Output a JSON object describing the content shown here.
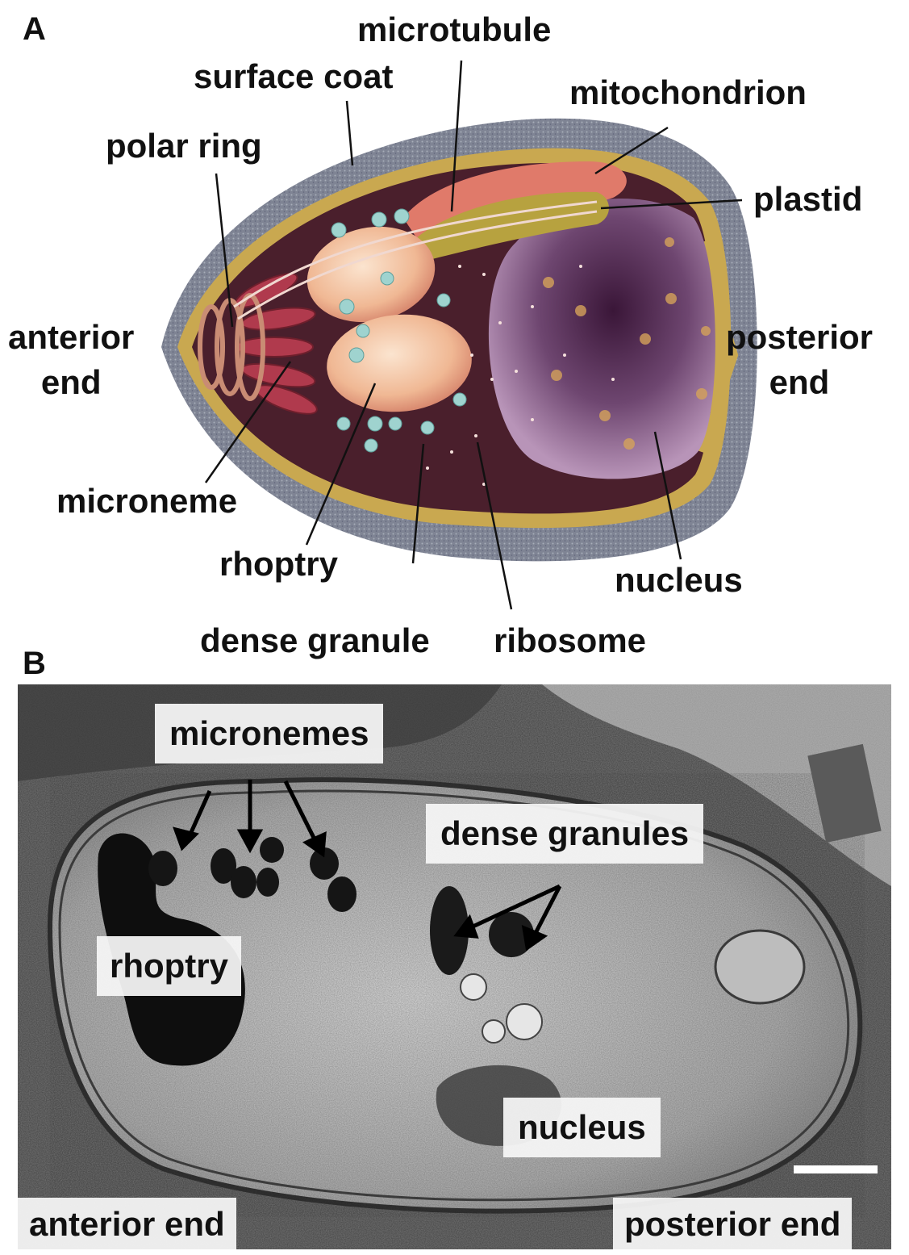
{
  "panel_a": {
    "letter": "A",
    "labels": {
      "microtubule": "microtubule",
      "surface_coat": "surface coat",
      "mitochondrion": "mitochondrion",
      "polar_ring": "polar ring",
      "plastid": "plastid",
      "anterior_end": "anterior\nend",
      "posterior_end": "posterior\nend",
      "microneme": "microneme",
      "rhoptry": "rhoptry",
      "nucleus": "nucleus",
      "dense_granule": "dense granule",
      "ribosome": "ribosome"
    }
  },
  "panel_b": {
    "letter": "B",
    "labels": {
      "micronemes": "micronemes",
      "dense_granules": "dense granules",
      "rhoptry": "rhoptry",
      "nucleus": "nucleus",
      "anterior_end": "anterior end",
      "posterior_end": "posterior end"
    }
  },
  "colors": {
    "surface_coat": "#8a8f9c",
    "membrane": "#c9a850",
    "cytoplasm": "#4a1f2c",
    "nucleus": "#7a4a78",
    "rhoptry": "#f3c9a6",
    "microneme": "#b03a4d",
    "dense_granule": "#9fd3cf",
    "plastid": "#b7a23f",
    "mitochondrion": "#e07a6a"
  }
}
